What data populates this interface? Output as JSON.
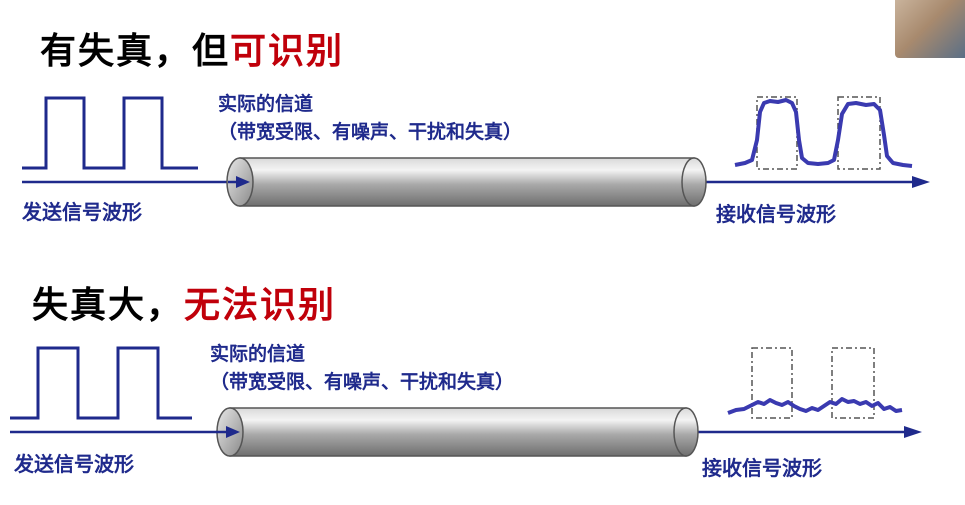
{
  "scenario1": {
    "title_black": "有失真，但",
    "title_red": "可识别",
    "channel_line1": "实际的信道",
    "channel_line2": "（带宽受限、有噪声、干扰和失真）",
    "send_label": "发送信号波形",
    "recv_label": "接收信号波形"
  },
  "scenario2": {
    "title_black": "失真大，",
    "title_red": "无法识别",
    "channel_line1": "实际的信道",
    "channel_line2": "（带宽受限、有噪声、干扰和失真）",
    "send_label": "发送信号波形",
    "recv_label": "接收信号波形"
  },
  "colors": {
    "signal_blue": "#1f2a8c",
    "title_red": "#c0000a",
    "pipe_gray": "#9a9a9a"
  }
}
